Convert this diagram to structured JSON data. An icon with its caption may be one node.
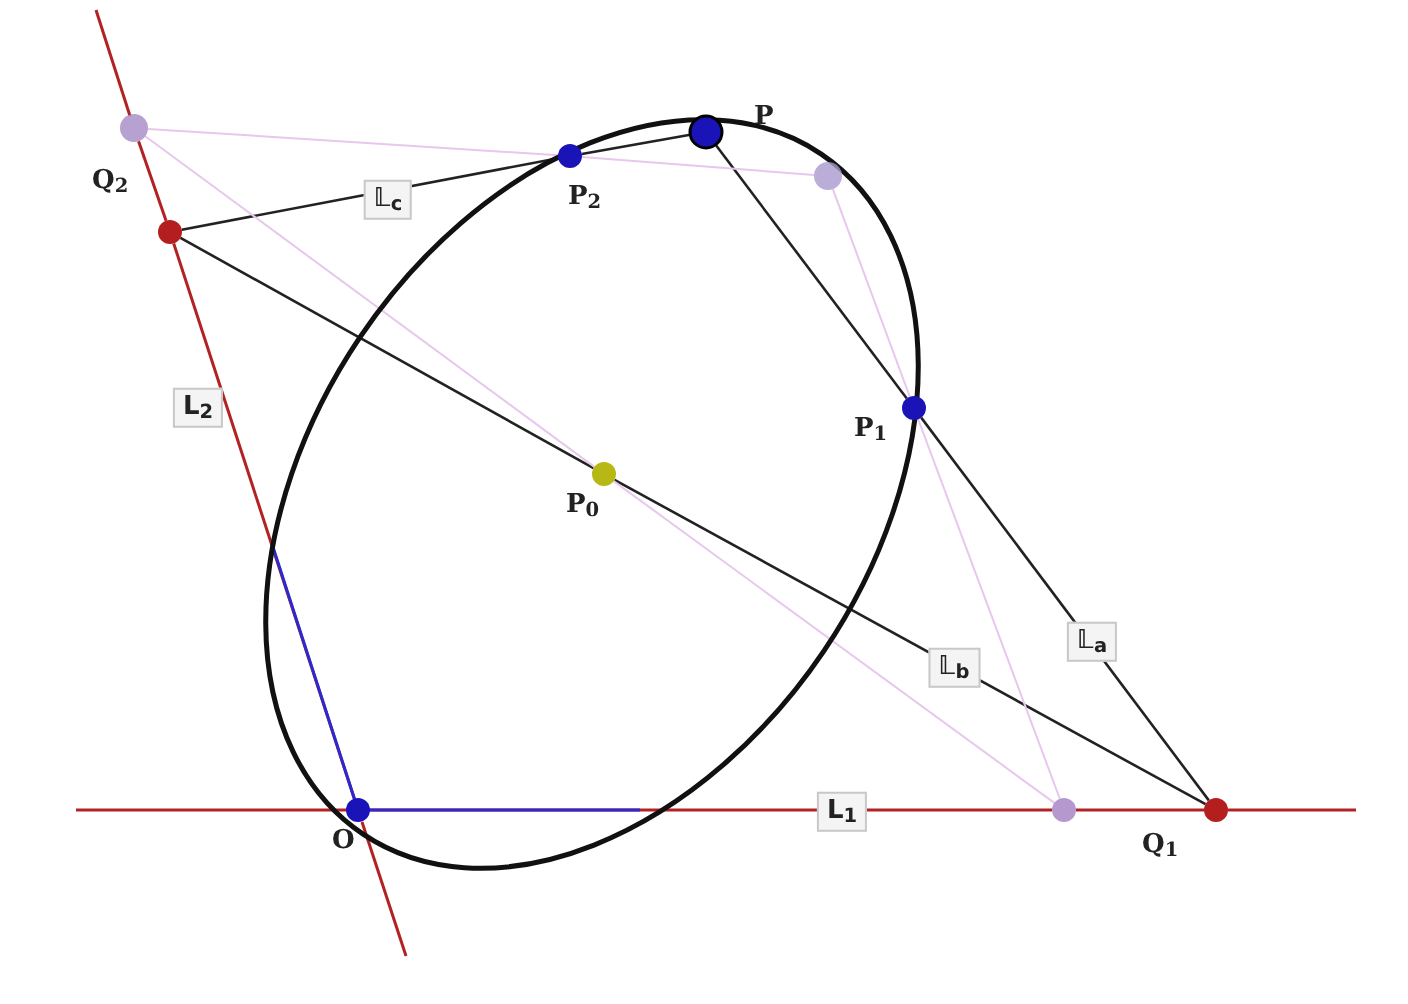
{
  "diagram": {
    "nodes": [
      {
        "text": [],
        "shape": "circle"
      },
      {
        "text": [],
        "shape": "circle",
        "beside": [
          "P"
        ]
      },
      {
        "text": [],
        "shape": "circle",
        "beside": [
          "P$_{2}$"
        ]
      },
      {
        "text": [],
        "shape": "circle"
      },
      {
        "text": [],
        "shape": "circle",
        "beside": [
          "Q$_{2}$"
        ]
      },
      {
        "text": [],
        "shape": "circle",
        "beside": [
          "P$_{1}$"
        ]
      },
      {
        "text": [],
        "shape": "circle",
        "beside": [
          "P$_{0}$"
        ]
      },
      {
        "text": [],
        "shape": "circle",
        "beside": [
          "O"
        ]
      },
      {
        "text": [],
        "shape": "circle"
      },
      {
        "text": [],
        "shape": "circle",
        "beside": [
          "Q$_{1}$"
        ]
      }
    ],
    "edges": [
      {
        "from": 4,
        "to": 2,
        "arrow": "none",
        "label": "𝕃$_{c}$"
      },
      {
        "from": 2,
        "to": 1,
        "arrow": "none"
      },
      {
        "from": 1,
        "to": 5,
        "arrow": "none"
      },
      {
        "from": 5,
        "to": 9,
        "arrow": "none",
        "label": "𝕃$_{a}$"
      },
      {
        "from": 4,
        "to": 6,
        "arrow": "none"
      },
      {
        "from": 6,
        "to": 9,
        "arrow": "none",
        "label": "𝕃$_{b}$"
      },
      {
        "from": 0,
        "to": 2,
        "arrow": "none",
        "color": "#e8c6ee"
      },
      {
        "from": 2,
        "to": 3,
        "arrow": "none",
        "color": "#e8c6ee"
      },
      {
        "from": 3,
        "to": 5,
        "arrow": "none",
        "color": "#e8c6ee"
      },
      {
        "from": 5,
        "to": 8,
        "arrow": "none",
        "color": "#e8c6ee"
      },
      {
        "from": 0,
        "to": 6,
        "arrow": "none",
        "color": "#e8c6ee"
      },
      {
        "from": 6,
        "to": 8,
        "arrow": "none",
        "color": "#e8c6ee"
      },
      {
        "from": 0,
        "to": 4,
        "arrow": "none",
        "color": "#b22222"
      },
      {
        "from": 4,
        "to": 7,
        "arrow": "none",
        "color": "#b22222",
        "label": "L$_{2}$"
      },
      {
        "from": 7,
        "to": 8,
        "arrow": "none",
        "color": "#b22222",
        "label": "L$_{1}$"
      },
      {
        "from": 8,
        "to": 9,
        "arrow": "none",
        "color": "#b22222"
      }
    ]
  }
}
